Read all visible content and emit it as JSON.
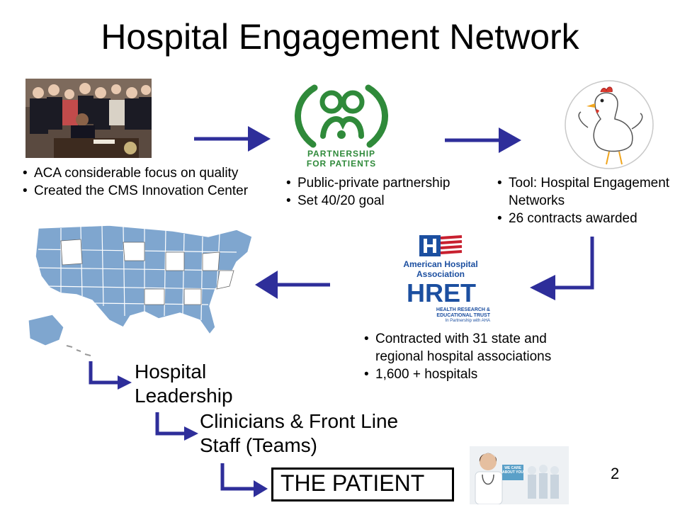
{
  "title": "Hospital Engagement Network",
  "colors": {
    "arrow": "#2e2e9a",
    "map_fill": "#7fa6cf",
    "p4p_green": "#2f8a3a",
    "hret_blue": "#1c4fa0",
    "aha_red": "#c8202f"
  },
  "step1": {
    "bullets": [
      "ACA considerable focus on quality",
      "Created the CMS Innovation Center"
    ]
  },
  "step2": {
    "logo_line1": "Partnership",
    "logo_line2": "for Patients",
    "bullets": [
      "Public-private partnership",
      "Set 40/20 goal"
    ]
  },
  "step3": {
    "bullets": [
      "Tool: Hospital Engagement Networks",
      "26 contracts awarded"
    ]
  },
  "step4": {
    "aha_name_line1": "American Hospital",
    "aha_name_line2": "Association",
    "hret_logo": "HRET",
    "hret_sub1": "HEALTH RESEARCH &",
    "hret_sub2": "EDUCATIONAL TRUST",
    "hret_sub3": "In Partnership with AHA",
    "bullets": [
      "Contracted with 31 state and regional hospital associations",
      "1,600 + hospitals"
    ]
  },
  "cascade": {
    "level1_line1": "Hospital",
    "level1_line2": "Leadership",
    "level2_line1": "Clinicians & Front Line",
    "level2_line2": "Staff (Teams)",
    "level3": "THE PATIENT",
    "sign_text": "WE CARE ABOUT YOU"
  },
  "page_number": "2"
}
